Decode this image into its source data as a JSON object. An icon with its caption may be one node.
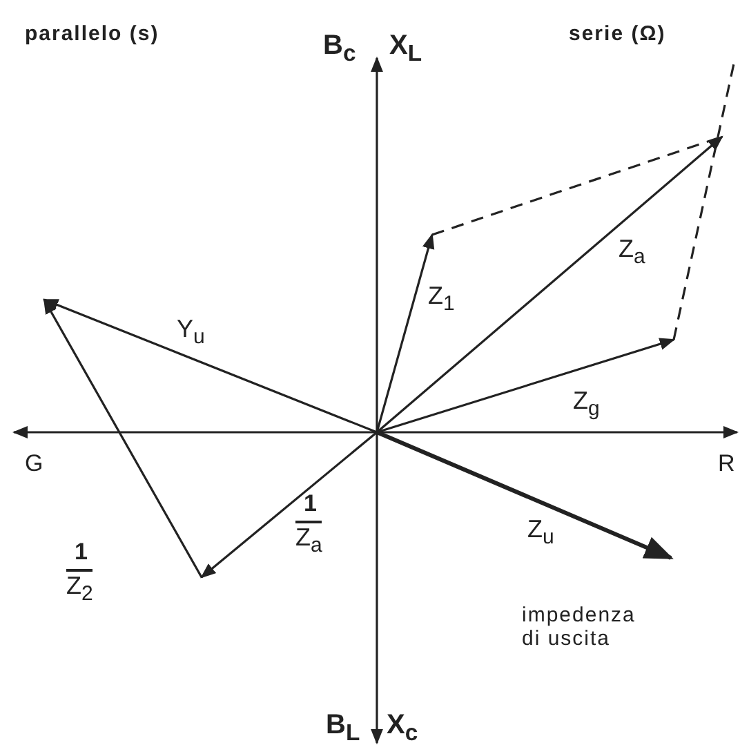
{
  "diagram": {
    "labels": [
      "parallelo (s)",
      "B$_{c}$",
      "X$_{L}$",
      "serie (Ω)",
      "Z$_{1}$",
      "Z$_{a}$",
      "Y$_{u}$",
      "Z$_{g}$",
      "G",
      "R",
      "1",
      "Z$_{a}$",
      "Z$_{u}$",
      "1",
      "Z$_{2}$",
      "impedenza di uscita",
      "B$_{L}$",
      "X$_{c}$"
    ]
  }
}
